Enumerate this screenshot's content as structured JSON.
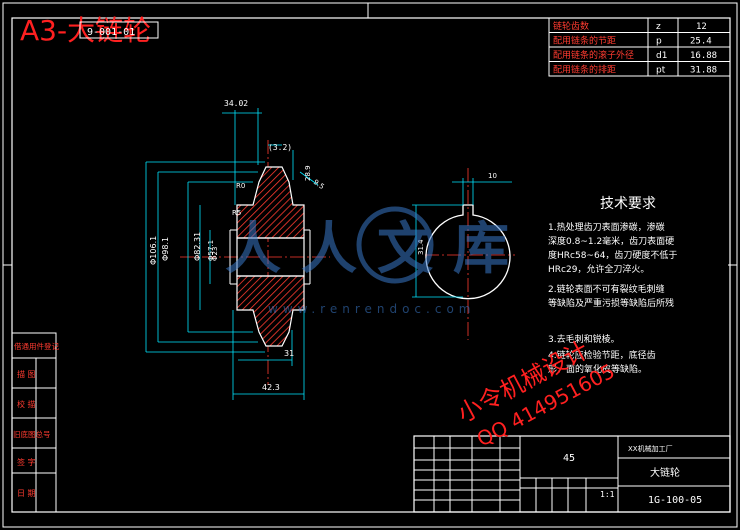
{
  "watermark_title": "A3-大链轮",
  "drawing_code_top": "9-001-01",
  "param_table": {
    "rows": [
      {
        "name": "链轮齿数",
        "sym": "z",
        "val": "12"
      },
      {
        "name": "配用链条的节距",
        "sym": "p",
        "val": "25.4"
      },
      {
        "name": "配用链条的滚子外径",
        "sym": "d1",
        "val": "16.88"
      },
      {
        "name": "配用链条的排距",
        "sym": "pt",
        "val": "31.88"
      }
    ]
  },
  "dims": {
    "top_width": "34.02",
    "chamfer": "(3.2)",
    "rad_a": "R0",
    "rad_b": "R5",
    "dim_right": "28.9",
    "dim_diag": "9.5",
    "od": "Φ106.1",
    "pd": "Φ98.1",
    "hub": "Φ82.31",
    "bore_a": "Φ57.1",
    "bore_b": "Φ23",
    "bottom_a": "31",
    "bottom_b": "42.3",
    "key_width": "10",
    "key_depth": "31.4"
  },
  "tech_title": "技术要求",
  "tech_lines": [
    "1.热处理齿刀表面渗碳，渗碳",
    "深度0.8~1.2毫米，齿刀表面硬",
    "度HRc58~64，齿刀硬度不低于",
    "HRc29，允许全刀淬火。",
    "2.链轮表面不可有裂纹毛刺缝",
    "等缺陷及严重污损等缺陷后所残",
    "",
    "3.去毛刺和锐棱。",
    "4.链轮应检验节距，底径齿",
    "形，面的氧化皮等缺陷。"
  ],
  "side_labels": [
    "借通用件登记",
    "描  图",
    "校  描",
    "旧底图总号",
    "签  字",
    "日  期"
  ],
  "watermark_brand": "人人文库",
  "watermark_url": "www.renrendoc.com",
  "watermark_contact_1": "小令机械设计",
  "watermark_contact_2": "QQ 414951605",
  "title_block": {
    "material": "45",
    "company": "XX机械加工厂",
    "part_name": "大链轮",
    "scale": "1:1",
    "drawing_no": "1G-100-05"
  }
}
